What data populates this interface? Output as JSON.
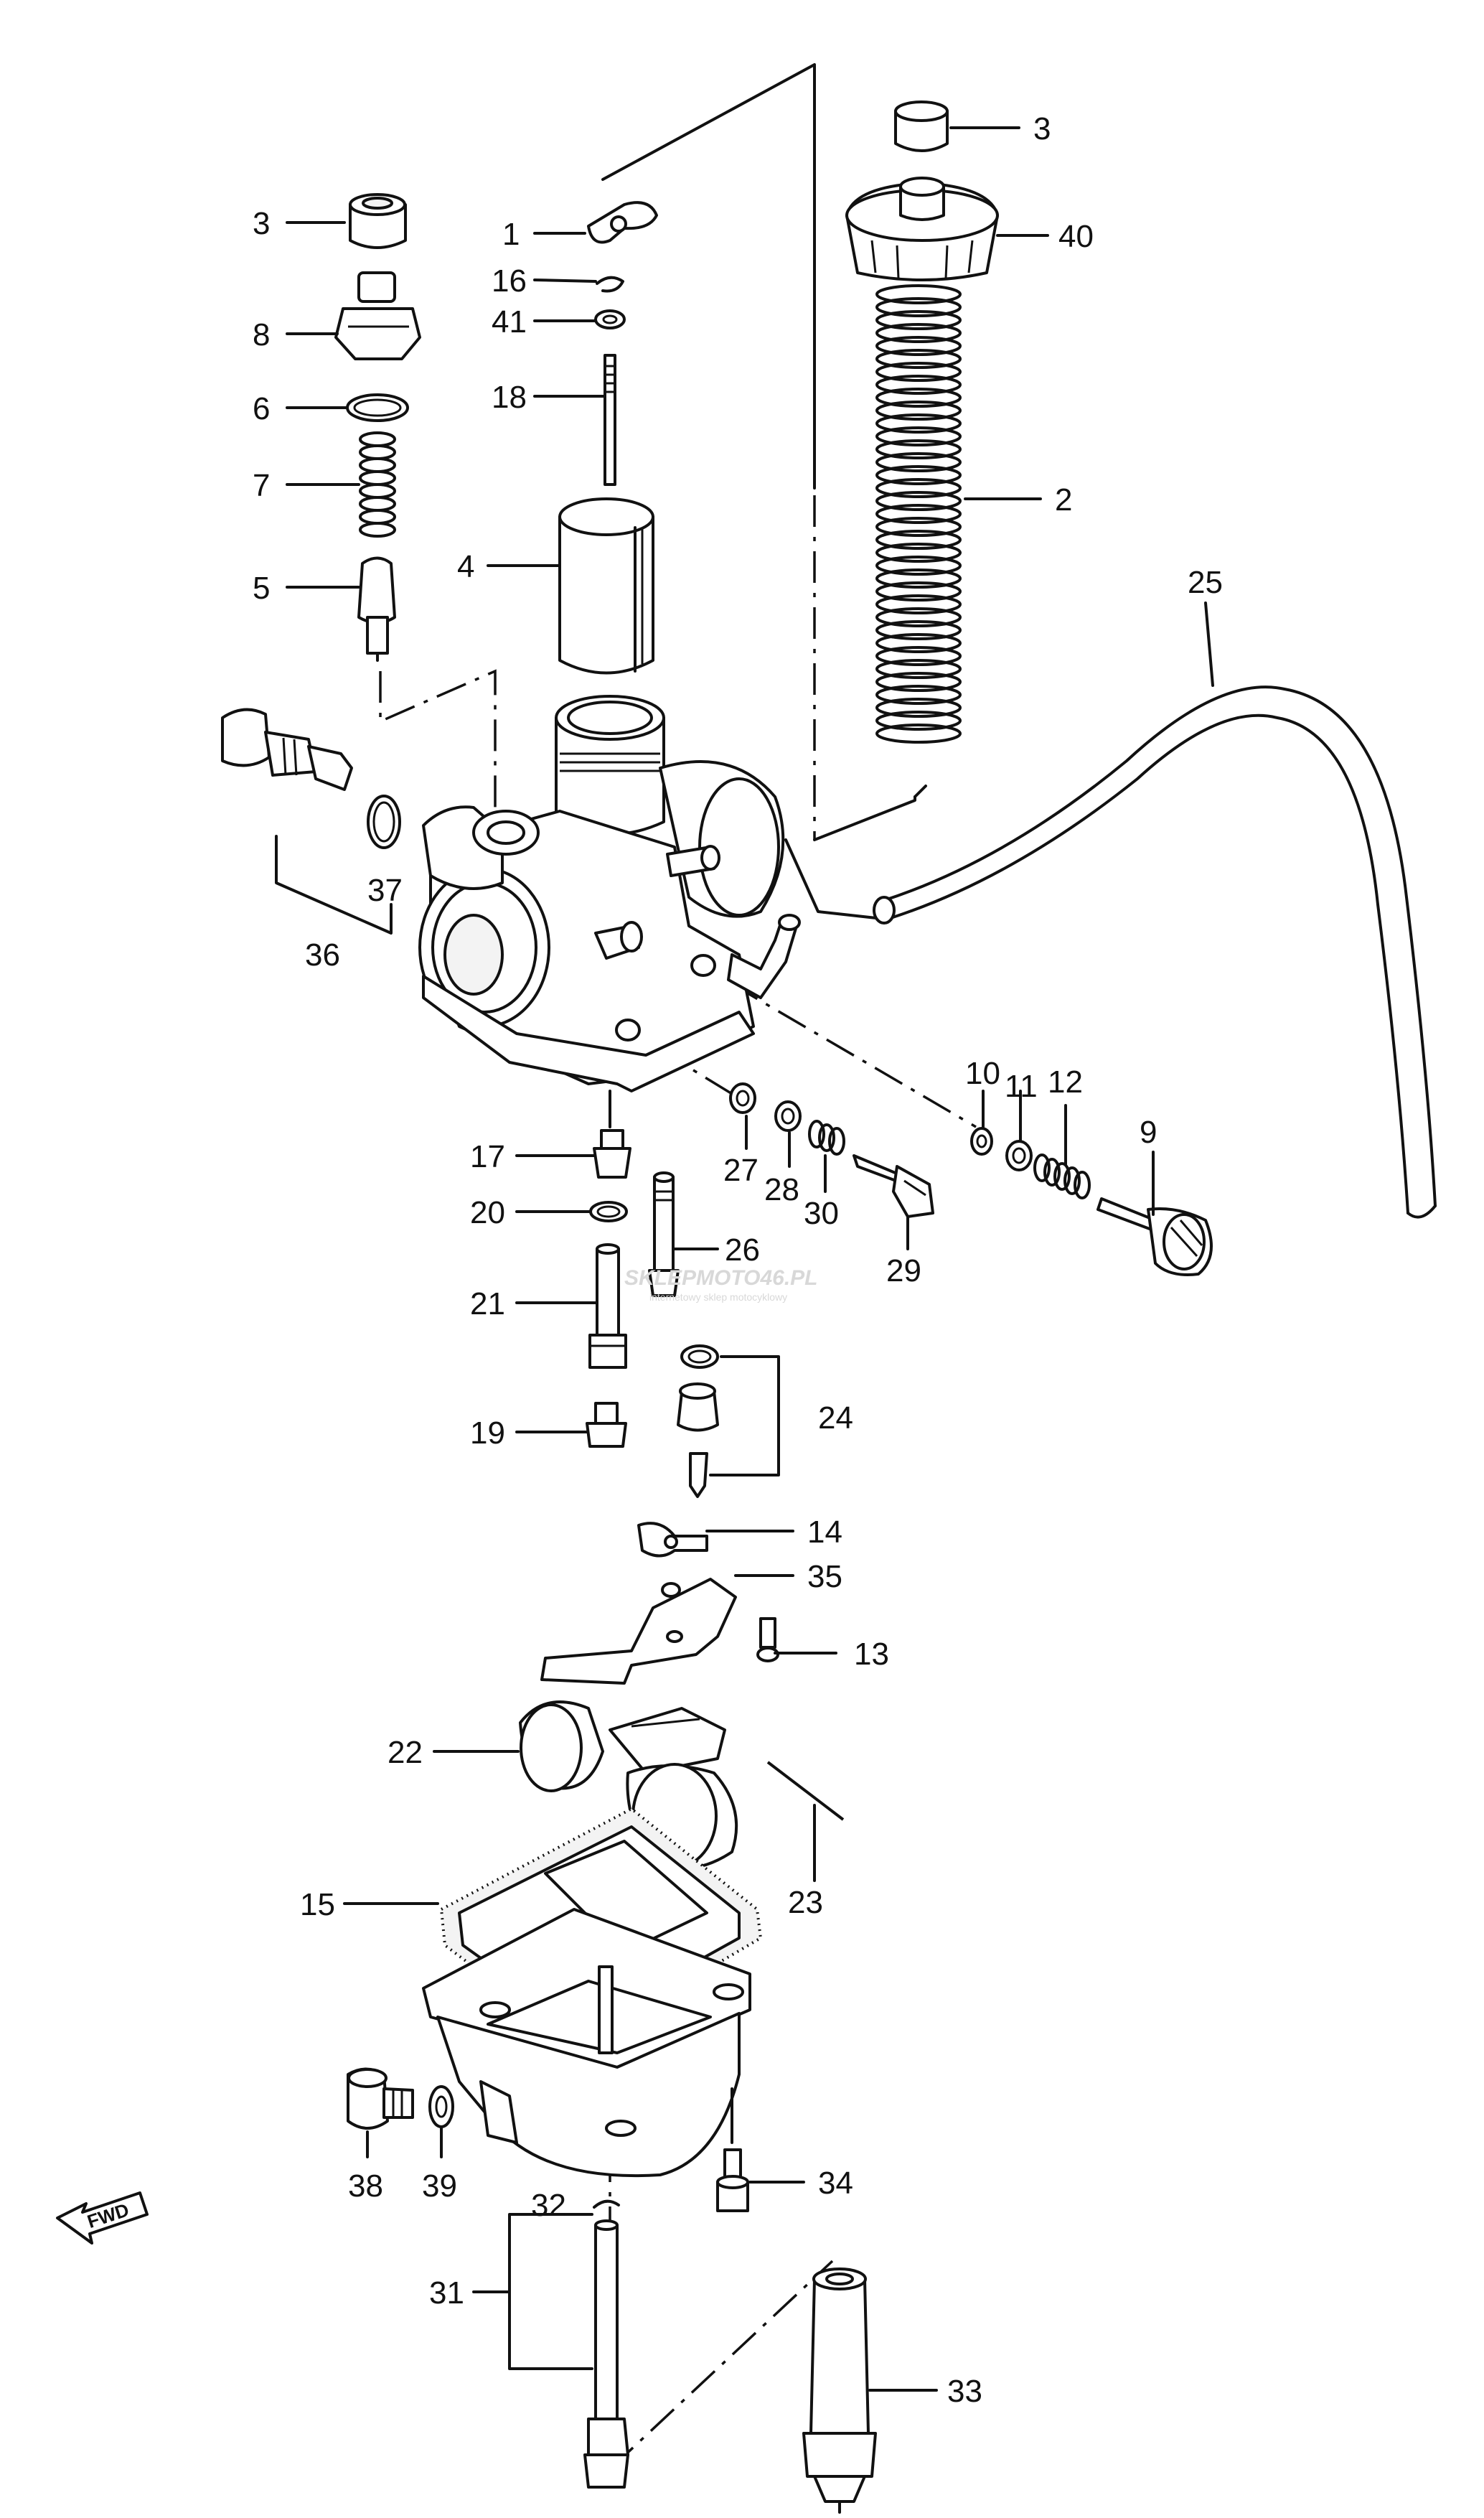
{
  "diagram": {
    "labels": {
      "p1": "1",
      "p2": "2",
      "p3a": "3",
      "p3b": "3",
      "p4": "4",
      "p5": "5",
      "p6": "6",
      "p7": "7",
      "p8": "8",
      "p9": "9",
      "p10": "10",
      "p11": "11",
      "p12": "12",
      "p13": "13",
      "p14": "14",
      "p15": "15",
      "p16": "16",
      "p17": "17",
      "p18": "18",
      "p19": "19",
      "p20": "20",
      "p21": "21",
      "p22": "22",
      "p23": "23",
      "p24": "24",
      "p25": "25",
      "p26": "26",
      "p27": "27",
      "p28": "28",
      "p29": "29",
      "p30": "30",
      "p31": "31",
      "p32": "32",
      "p33": "33",
      "p34": "34",
      "p35": "35",
      "p36": "36",
      "p37": "37",
      "p38": "38",
      "p39": "39",
      "p40": "40",
      "p41": "41"
    },
    "watermark": {
      "main": "SKLEPMOTO46.PL",
      "sub": "internetowy sklep motocyklowy"
    },
    "fwd_arrow_text": "FWD"
  }
}
